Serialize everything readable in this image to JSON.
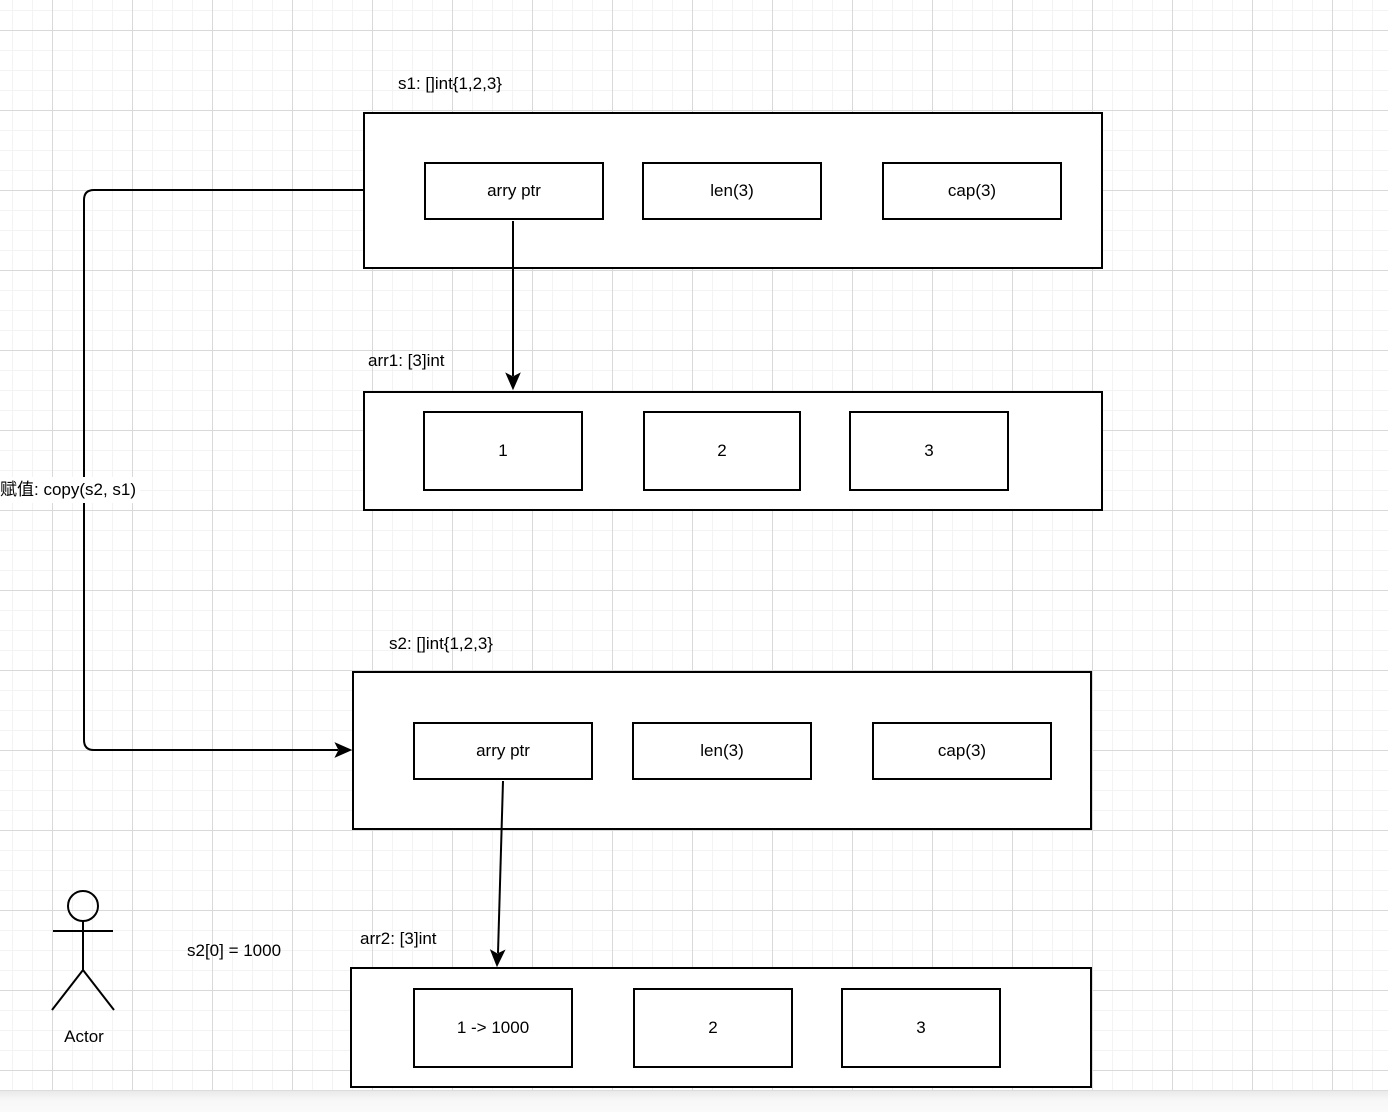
{
  "canvas": {
    "background": "#ffffff",
    "grid_minor_color": "#f3f3f3",
    "grid_major_color": "#d9d9d9",
    "stroke_color": "#000000"
  },
  "diagram": {
    "s1": {
      "label": "s1: []int{1,2,3}",
      "cells": [
        {
          "label": "arry ptr"
        },
        {
          "label": "len(3)"
        },
        {
          "label": "cap(3)"
        }
      ]
    },
    "arr1": {
      "label": "arr1: [3]int",
      "cells": [
        {
          "label": "1"
        },
        {
          "label": "2"
        },
        {
          "label": "3"
        }
      ]
    },
    "s2": {
      "label": "s2: []int{1,2,3}",
      "cells": [
        {
          "label": "arry ptr"
        },
        {
          "label": "len(3)"
        },
        {
          "label": "cap(3)"
        }
      ]
    },
    "arr2": {
      "label": "arr2: [3]int",
      "cells": [
        {
          "label": "1 -> 1000"
        },
        {
          "label": "2"
        },
        {
          "label": "3"
        }
      ]
    },
    "copy_edge_label": "赋值: copy(s2, s1)",
    "assign_label": "s2[0] = 1000",
    "actor_label": "Actor"
  }
}
